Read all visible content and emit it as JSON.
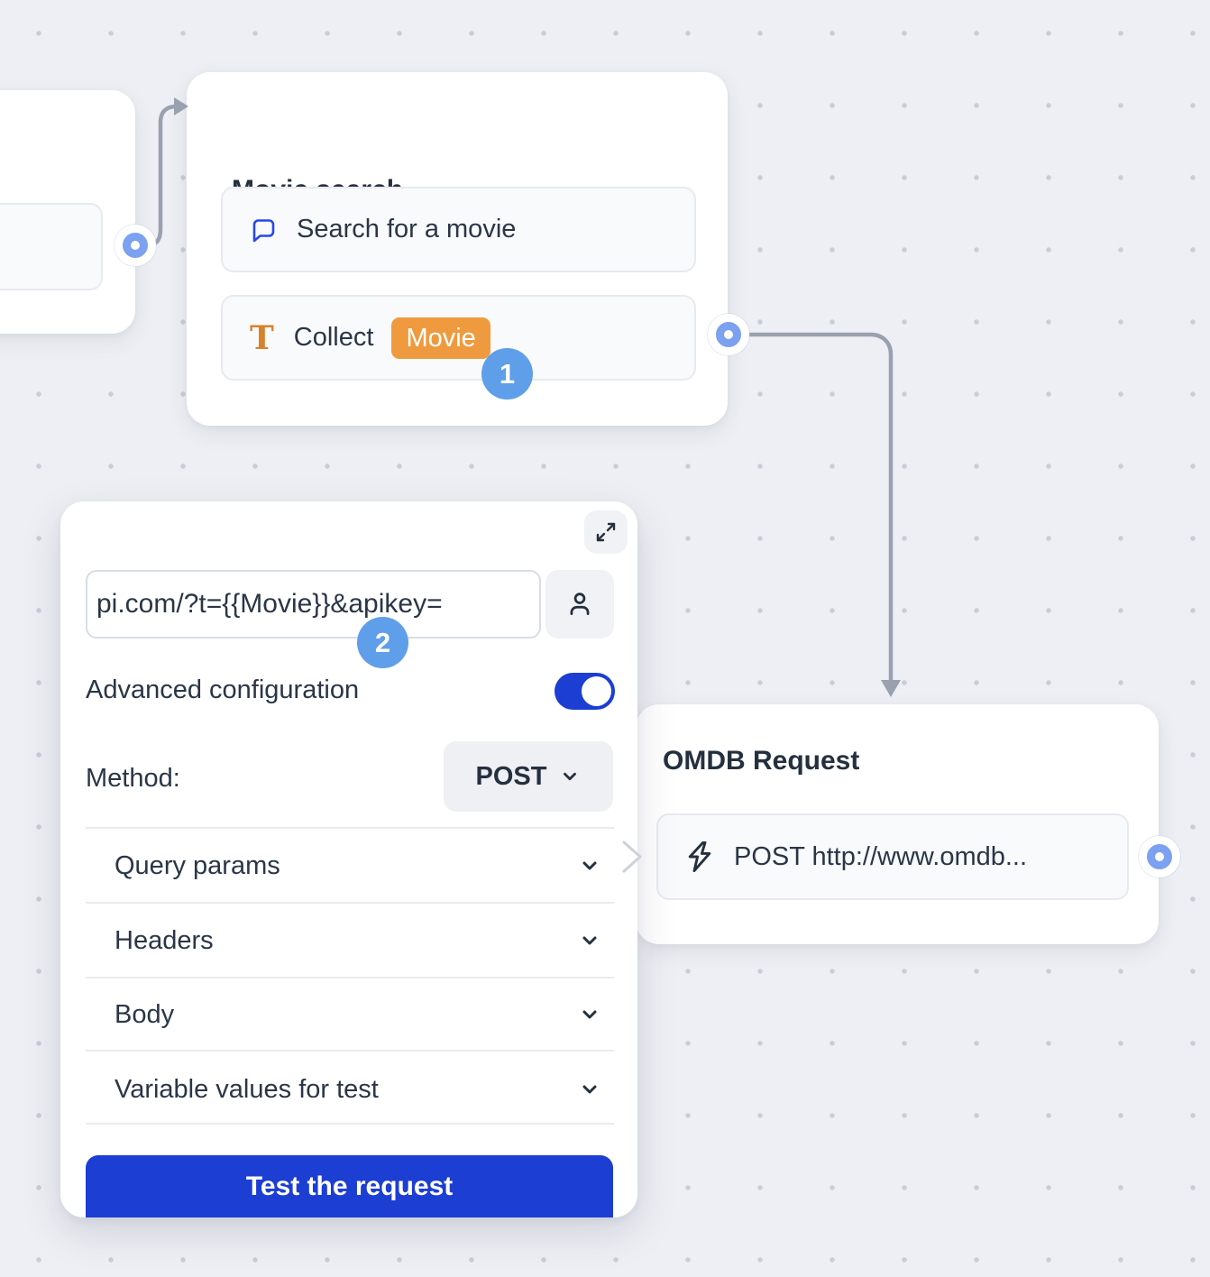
{
  "canvas": {
    "background_color": "#edeff4",
    "dot_color": "#c8cdd9",
    "connector_color": "#99a0af",
    "port_ring_color": "#7ba1f0"
  },
  "step_badges": {
    "color": "#5f9ee9",
    "items": [
      {
        "label": "1"
      },
      {
        "label": "2"
      }
    ]
  },
  "nodes": {
    "movie_search": {
      "title": "Movie search",
      "items": [
        {
          "icon": "chat-bubble-icon",
          "label": "Search for a movie"
        },
        {
          "icon": "text-collect-icon",
          "label": "Collect",
          "variable_chip": "Movie",
          "chip_color": "#ef9a3e"
        }
      ]
    },
    "omdb_request": {
      "title": "OMDB Request",
      "items": [
        {
          "icon": "lightning-icon",
          "label": "POST http://www.omdb..."
        }
      ]
    }
  },
  "editor_panel": {
    "expand_icon": "expand-diagonal-icon",
    "url_input": {
      "value": "pi.com/?t={{Movie}}&apikey="
    },
    "person_button_icon": "person-icon",
    "advanced_configuration": {
      "label": "Advanced configuration",
      "enabled": true,
      "toggle_color": "#1c3ed3"
    },
    "method": {
      "label": "Method:",
      "value": "POST"
    },
    "sections": [
      {
        "label": "Query params"
      },
      {
        "label": "Headers"
      },
      {
        "label": "Body"
      },
      {
        "label": "Variable values for test"
      }
    ],
    "test_button": {
      "label": "Test the request",
      "color": "#1c3ed3"
    }
  }
}
